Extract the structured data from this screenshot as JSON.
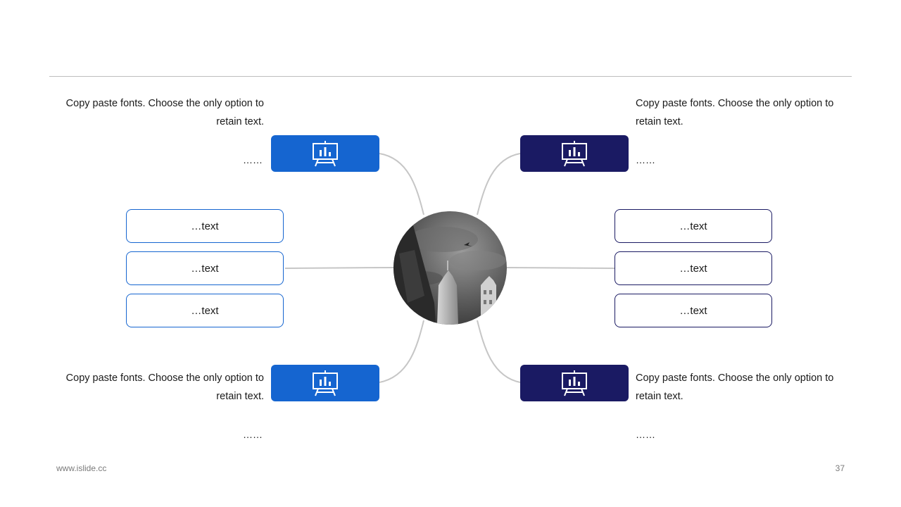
{
  "colors": {
    "accent_blue": "#1565d0",
    "accent_navy": "#1a1a63",
    "connector": "#c6c6c6",
    "rule": "#bdbdbd"
  },
  "center": {
    "image": "city-skyscrapers-photo"
  },
  "branches": {
    "top_left": {
      "text": "Copy paste fonts. Choose the only option to retain text.",
      "dots": "……",
      "icon": "presentation-chart-icon"
    },
    "top_right": {
      "text": "Copy paste fonts. Choose the only option to retain text.",
      "dots": "……",
      "icon": "presentation-chart-icon"
    },
    "bottom_left": {
      "text": "Copy paste fonts. Choose the only option to retain text.",
      "dots": "……",
      "icon": "presentation-chart-icon"
    },
    "bottom_right": {
      "text": "Copy paste fonts. Choose the only option to retain text.",
      "dots": "……",
      "icon": "presentation-chart-icon"
    }
  },
  "left_items": [
    "…text",
    "…text",
    "…text"
  ],
  "right_items": [
    "…text",
    "…text",
    "…text"
  ],
  "footer": {
    "website": "www.islide.cc",
    "page_number": "37"
  }
}
